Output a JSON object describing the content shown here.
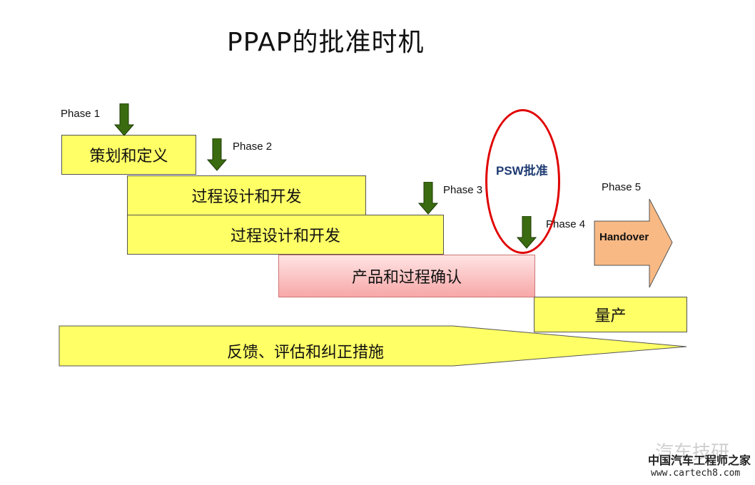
{
  "title": "PPAP的批准时机",
  "stages": [
    {
      "label": "策划和定义"
    },
    {
      "label": "过程设计和开发"
    },
    {
      "label": "过程设计和开发"
    },
    {
      "label": "产品和过程确认"
    },
    {
      "label": "量产"
    }
  ],
  "feedback": {
    "label": "反馈、评估和纠正措施"
  },
  "phases": [
    "Phase 1",
    "Phase  2",
    "Phase 3",
    "Phase 4",
    "Phase 5"
  ],
  "psw": {
    "label": "PSW批准"
  },
  "handover": {
    "label": "Handover"
  },
  "watermark": {
    "cn_name": "中国汽车工程师之家",
    "url": "www.cartech8.com",
    "faint_text": "汽车技研"
  },
  "colors": {
    "stage_fill": "#ffff66",
    "validation_fill": "#f7a7a7",
    "arrow_green": "#3a6b10",
    "psw_ring": "#e00000",
    "handover_fill": "#f8b984"
  }
}
